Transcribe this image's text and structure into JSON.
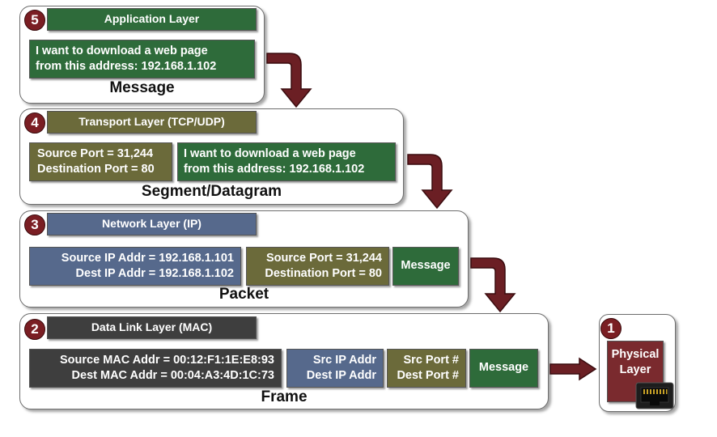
{
  "layer5": {
    "number": "5",
    "title": "Application Layer",
    "data_line1": "I want to download a web page",
    "data_line2": "from this address: 192.168.1.102",
    "caption": "Message"
  },
  "layer4": {
    "number": "4",
    "title": "Transport Layer (TCP/UDP)",
    "port_line1": "Source Port = 31,244",
    "port_line2": "Destination Port = 80",
    "data_line1": "I want to download a web page",
    "data_line2": "from this address: 192.168.1.102",
    "caption": "Segment/Datagram"
  },
  "layer3": {
    "number": "3",
    "title": "Network Layer (IP)",
    "ip_line1": "Source IP Addr = 192.168.1.101",
    "ip_line2": "Dest IP Addr = 192.168.1.102",
    "port_line1": "Source Port = 31,244",
    "port_line2": "Destination Port = 80",
    "message": "Message",
    "caption": "Packet"
  },
  "layer2": {
    "number": "2",
    "title": "Data Link Layer (MAC)",
    "mac_line1": "Source MAC Addr = 00:12:F1:1E:E8:93",
    "mac_line2": "Dest MAC Addr = 00:04:A3:4D:1C:73",
    "ip_line1": "Src IP Addr",
    "ip_line2": "Dest IP Addr",
    "port_line1": "Src Port #",
    "port_line2": "Dest Port #",
    "message": "Message",
    "caption": "Frame"
  },
  "layer1": {
    "number": "1",
    "title_line1": "Physical",
    "title_line2": "Layer",
    "icon": "ethernet-port-icon"
  },
  "colors": {
    "application": "#2e6b3a",
    "transport": "#6b6a3a",
    "network": "#56698c",
    "datalink": "#3e3e3e",
    "physical": "#7a2a2e",
    "arrow": "#6b1f24"
  }
}
